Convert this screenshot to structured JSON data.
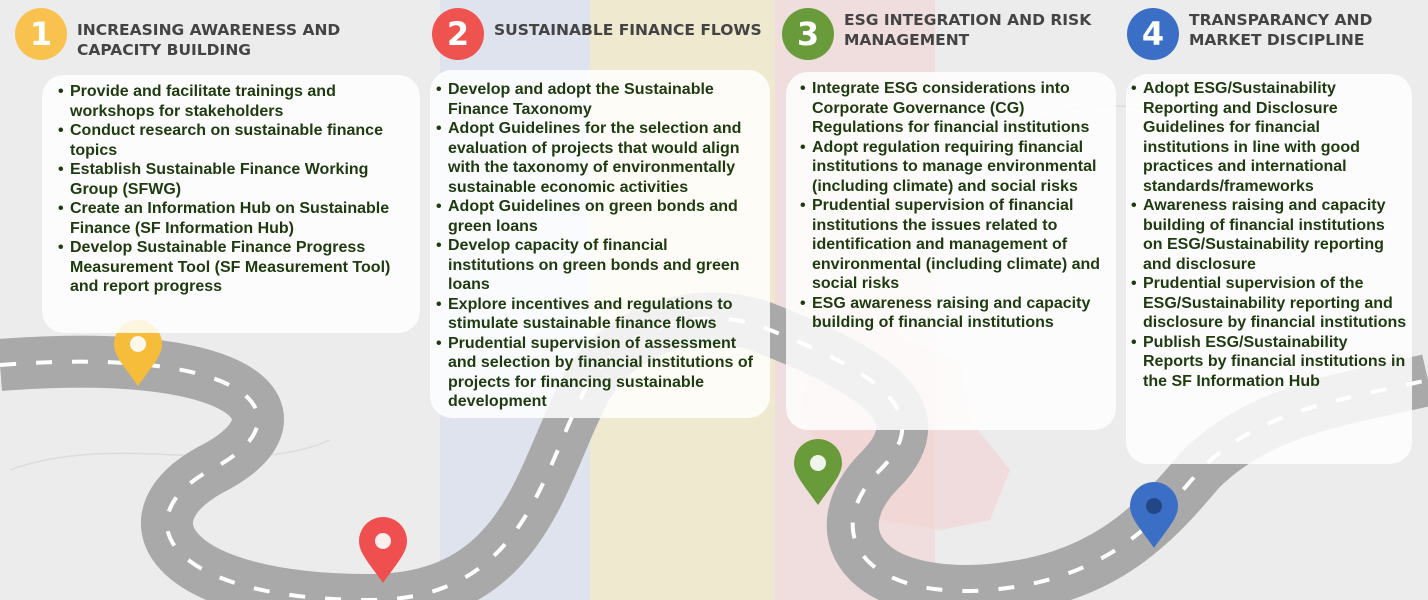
{
  "pillars": [
    {
      "number": "1",
      "title": "INCREASING AWARENESS AND CAPACITY BUILDING",
      "color": "#f9c24f",
      "items": [
        "Provide and facilitate trainings and workshops for stakeholders",
        "Conduct research on sustainable finance topics",
        "Establish Sustainable Finance Working Group (SFWG)",
        "Create an Information Hub on Sustainable Finance (SF Information Hub)",
        "Develop Sustainable Finance Progress Measurement Tool (SF Measurement Tool) and report progress"
      ]
    },
    {
      "number": "2",
      "title": "SUSTAINABLE FINANCE FLOWS",
      "color": "#ef5350",
      "items": [
        "Develop and adopt the Sustainable Finance Taxonomy",
        "Adopt Guidelines for the selection and evaluation of projects that would align with the taxonomy of environmentally sustainable economic activities",
        "Adopt Guidelines on green bonds and green loans",
        "Develop capacity of financial institutions on green bonds and green loans",
        "Explore incentives and regulations to stimulate sustainable finance flows",
        "Prudential supervision of assessment and selection by financial institutions of projects for financing sustainable development"
      ]
    },
    {
      "number": "3",
      "title": "ESG INTEGRATION AND RISK MANAGEMENT",
      "color": "#6a9b3a",
      "items": [
        "Integrate ESG considerations into Corporate Governance (CG) Regulations for financial institutions",
        "Adopt regulation requiring financial institutions to manage environmental (including climate) and social risks",
        "Prudential supervision of financial institutions the issues related to identification and management of environmental (including climate) and social risks",
        "ESG awareness raising and capacity building of financial institutions"
      ]
    },
    {
      "number": "4",
      "title": "TRANSPARANCY AND MARKET DISCIPLINE",
      "color": "#3b6fc6",
      "items": [
        "Adopt ESG/Sustainability Reporting and Disclosure Guidelines for financial institutions in line with good practices and international standards/frameworks",
        "Awareness raising and capacity building of financial institutions on ESG/Sustainability reporting and disclosure",
        "Prudential supervision of the ESG/Sustainability reporting and disclosure by financial institutions",
        "Publish ESG/Sustainability Reports by financial institutions in the SF Information Hub"
      ]
    }
  ]
}
